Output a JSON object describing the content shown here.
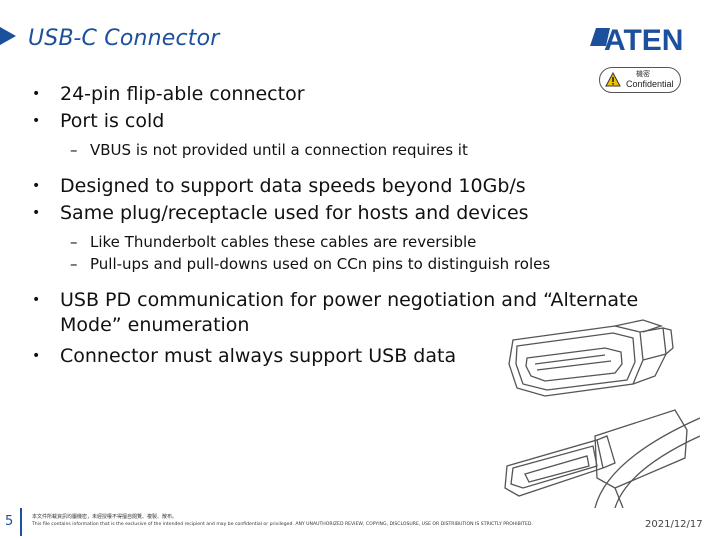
{
  "slide": {
    "title": "USB-C Connector",
    "page_number": "5",
    "date": "2021/12/17"
  },
  "brand": {
    "logo_text": "ATEN",
    "logo_color": "#1c4f9c",
    "confidential_cn": "機密",
    "confidential_en": "Confidential"
  },
  "bullets": [
    {
      "text": "24-pin flip-able connector"
    },
    {
      "text": "Port is cold",
      "sub": [
        "VBUS is not provided until a connection requires it"
      ]
    },
    {
      "text": "Designed to support data speeds beyond 10Gb/s"
    },
    {
      "text": "Same plug/receptacle used for hosts and devices",
      "sub": [
        "Like Thunderbolt cables these cables are reversible",
        "Pull-ups and pull-downs used on CCn pins to distinguish roles"
      ]
    },
    {
      "text": "USB PD communication for power negotiation and “Alternate Mode” enumeration"
    },
    {
      "text": "Connector must always support USB data"
    }
  ],
  "footer": {
    "cn_notice": "本文件所載資訊均屬機密，未經授權不得擅自閱覽、複製、散布。",
    "en_notice": "This file contains information that is the exclusive of the intended recipient and may be confidential or privileged. ANY UNAUTHORIZED REVIEW, COPYING, DISCLOSURE, USE OR DISTRIBUTION IS STRICTLY PROHIBITED."
  }
}
